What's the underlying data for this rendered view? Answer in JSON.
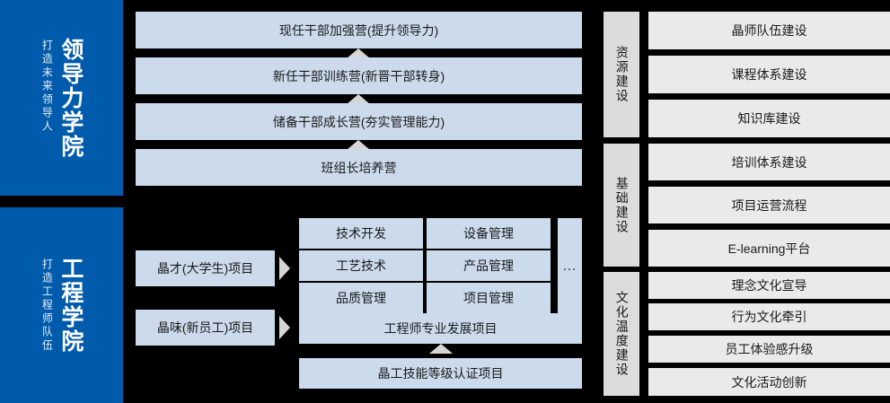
{
  "academies": [
    {
      "title": "领导力学院",
      "subtitle": "打造未来领导人"
    },
    {
      "title": "工程学院",
      "subtitle": "打造工程师队伍"
    }
  ],
  "leadership_tracks": [
    {
      "label": "现任干部加强营(提升领导力)"
    },
    {
      "label": "新任干部训练营(新晋干部转身)"
    },
    {
      "label": "储备干部成长营(夯实管理能力)"
    },
    {
      "label": "班组长培养营"
    }
  ],
  "engineering": {
    "entry_programs": [
      {
        "label": "晶才(大学生)项目"
      },
      {
        "label": "晶味(新员工)项目"
      }
    ],
    "discipline_grid": {
      "column_1": [
        {
          "label": "技术开发"
        },
        {
          "label": "工艺技术"
        },
        {
          "label": "品质管理"
        }
      ],
      "column_2": [
        {
          "label": "设备管理"
        },
        {
          "label": "产品管理"
        },
        {
          "label": "项目管理"
        }
      ],
      "more_label": "..."
    },
    "engineer_program": {
      "label": "工程师专业发展项目"
    },
    "certification_program": {
      "label": "晶工技能等级认证项目"
    }
  },
  "support_pillars": [
    {
      "category": "资源建设",
      "items": [
        {
          "label": "晶师队伍建设"
        },
        {
          "label": "课程体系建设"
        },
        {
          "label": "知识库建设"
        }
      ]
    },
    {
      "category": "基础建设",
      "items": [
        {
          "label": "培训体系建设"
        },
        {
          "label": "项目运营流程"
        },
        {
          "label": "E-learning平台"
        }
      ]
    },
    {
      "category": "文化温度建设",
      "items": [
        {
          "label": "理念文化宣导"
        },
        {
          "label": "行为文化牵引"
        },
        {
          "label": "员工体验感升级"
        },
        {
          "label": "文化活动创新"
        }
      ]
    }
  ],
  "colors": {
    "background": "#000000",
    "academy_blue": "#005BAC",
    "program_blue": "#CBDBEC",
    "pillar_gray": "#EAEAEA",
    "category_gray": "#DCDCDC",
    "arrow_gray": "#D6D6D6"
  }
}
